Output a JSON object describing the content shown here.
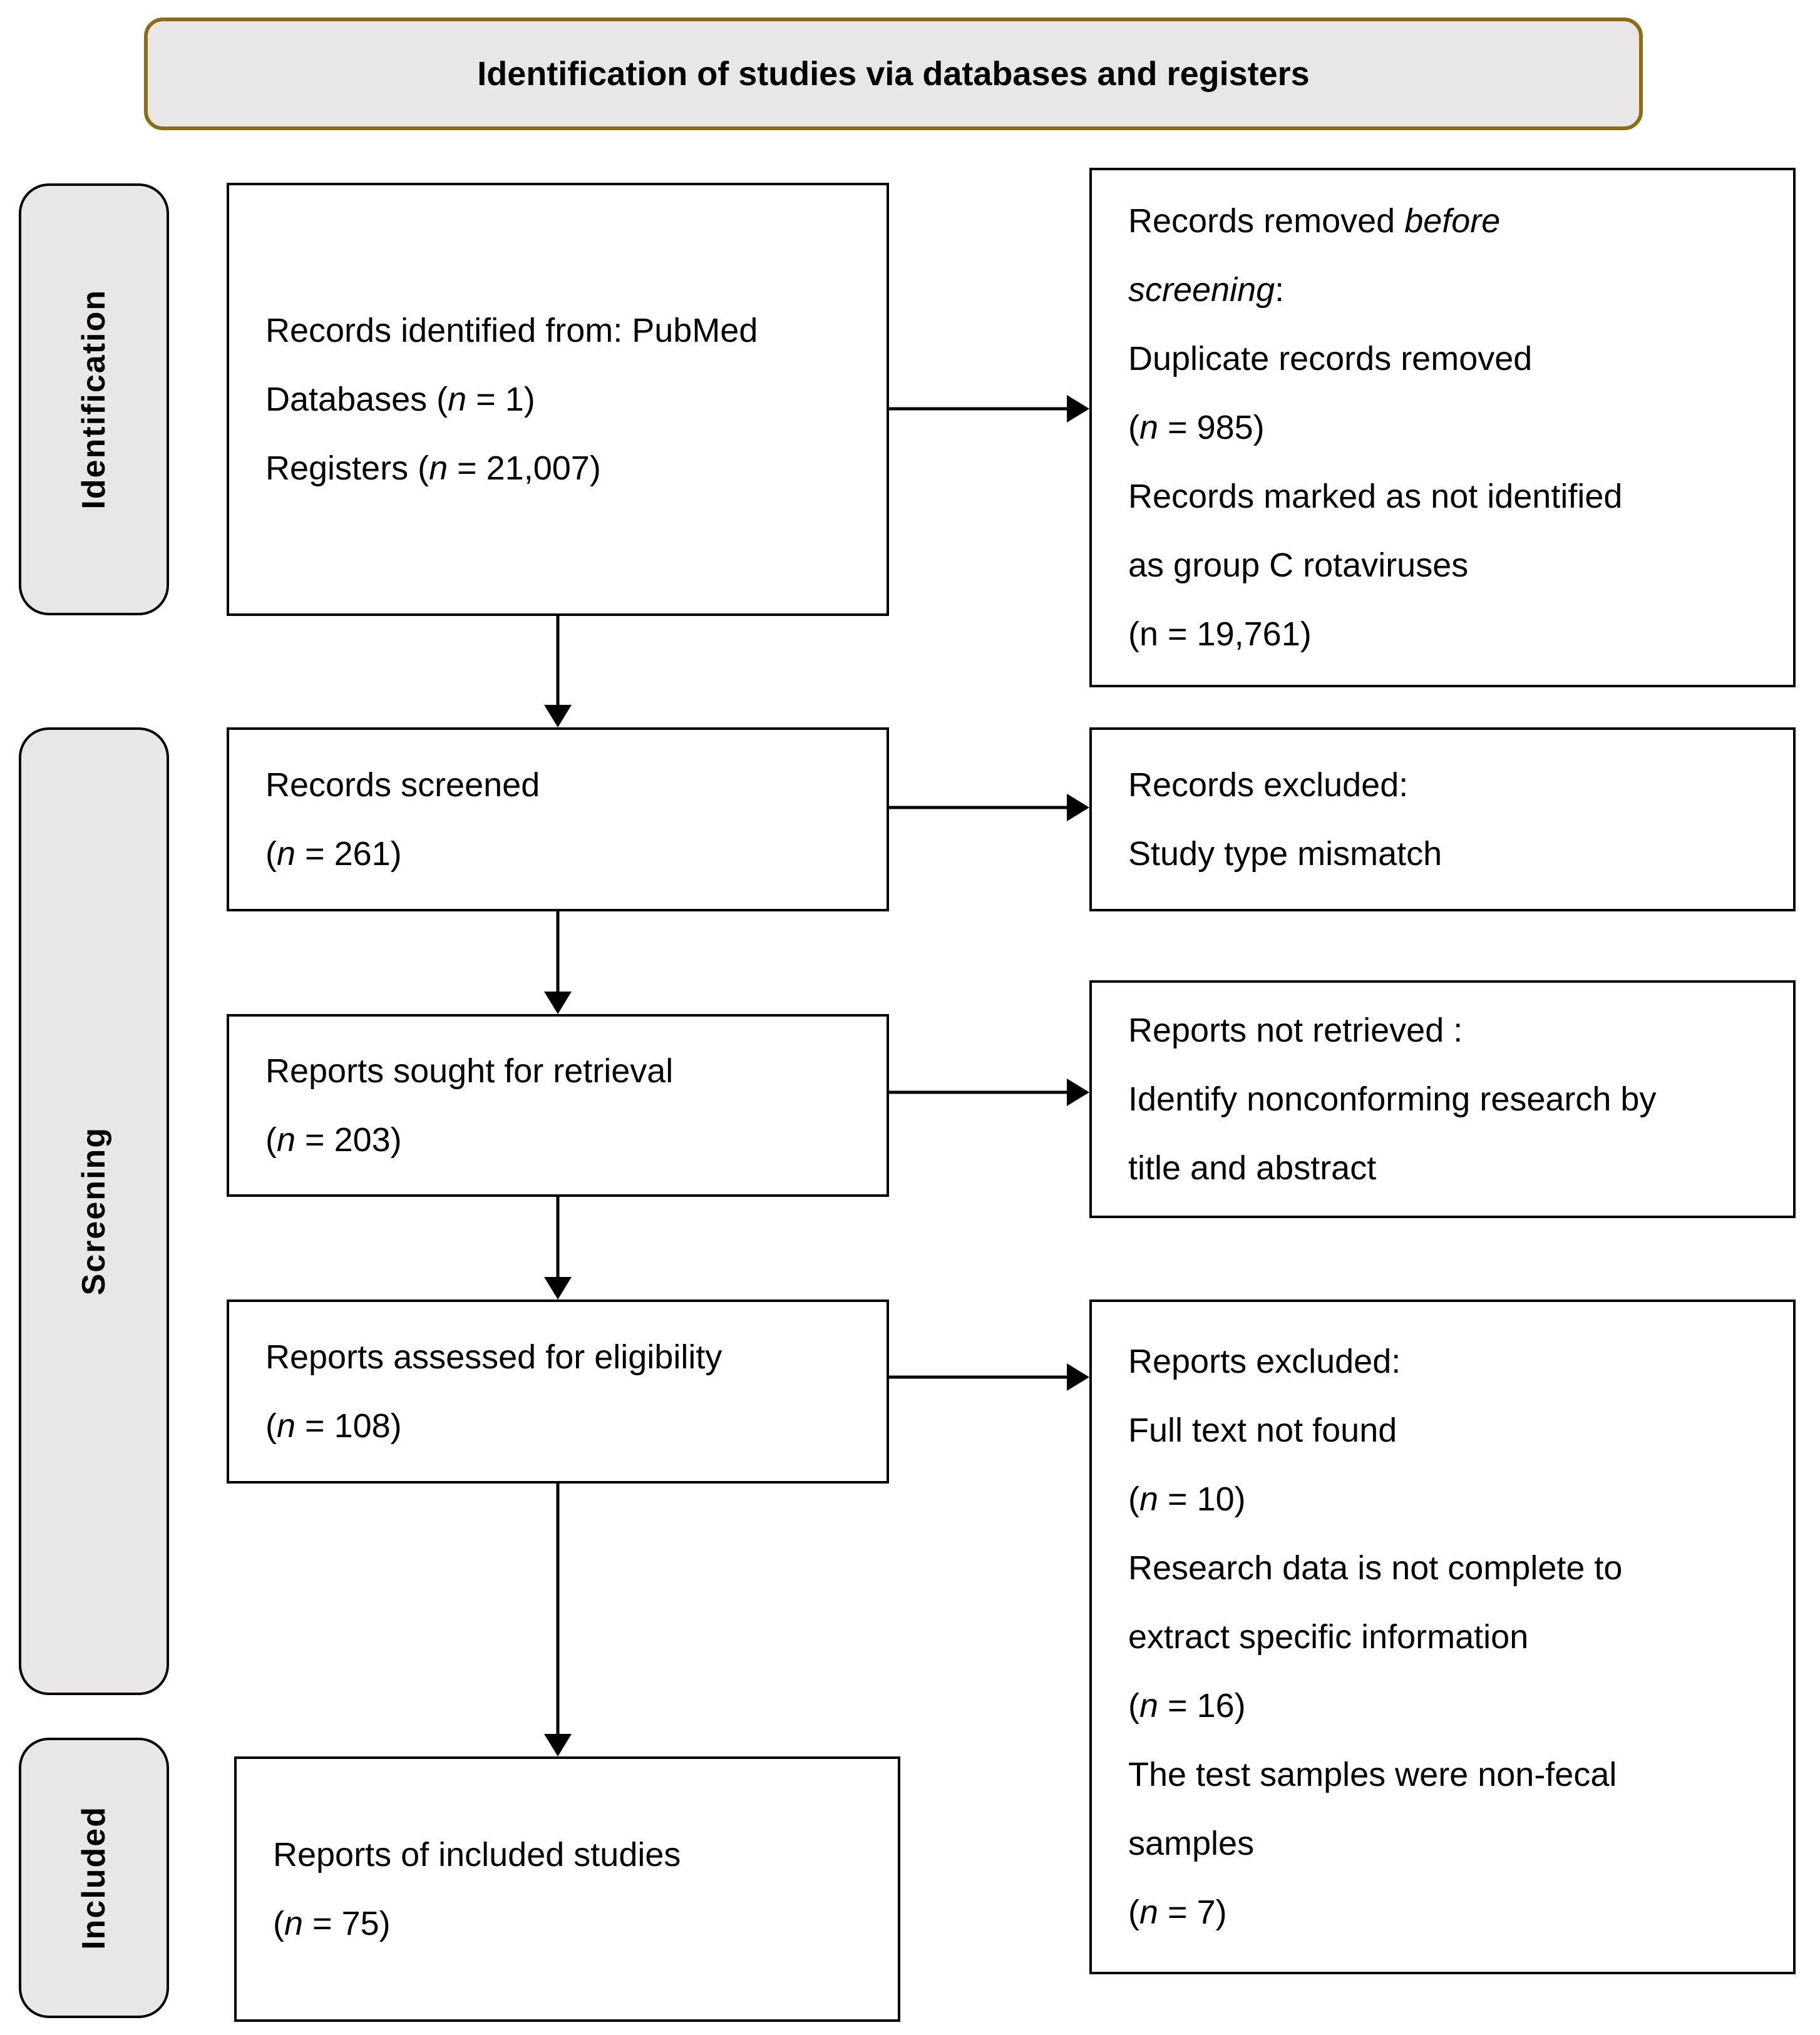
{
  "title": "Identification of studies via databases and registers",
  "colors": {
    "title_border": "#8a6d17",
    "panel_fill": "#e8e6e6",
    "box_border": "#000000",
    "arrow": "#000000"
  },
  "stages": [
    {
      "label": "Identification"
    },
    {
      "label": "Screening"
    },
    {
      "label": "Included"
    }
  ],
  "flow_boxes": {
    "identified": {
      "lines": [
        [
          {
            "t": "Records identified from: PubMed"
          }
        ],
        [
          {
            "t": "Databases ("
          },
          {
            "t": "n",
            "i": true
          },
          {
            "t": " = 1)"
          }
        ],
        [
          {
            "t": "Registers ("
          },
          {
            "t": "n",
            "i": true
          },
          {
            "t": " = 21,007)"
          }
        ]
      ]
    },
    "screened": {
      "lines": [
        [
          {
            "t": "Records screened"
          }
        ],
        [
          {
            "t": "("
          },
          {
            "t": "n",
            "i": true
          },
          {
            "t": " = 261)"
          }
        ]
      ]
    },
    "sought": {
      "lines": [
        [
          {
            "t": "Reports sought for retrieval"
          }
        ],
        [
          {
            "t": "("
          },
          {
            "t": "n",
            "i": true
          },
          {
            "t": " = 203)"
          }
        ]
      ]
    },
    "assessed": {
      "lines": [
        [
          {
            "t": "Reports assessed for eligibility"
          }
        ],
        [
          {
            "t": "("
          },
          {
            "t": "n",
            "i": true
          },
          {
            "t": " = 108)"
          }
        ]
      ]
    },
    "included": {
      "lines": [
        [
          {
            "t": "Reports of included studies"
          }
        ],
        [
          {
            "t": "("
          },
          {
            "t": "n",
            "i": true
          },
          {
            "t": " = 75)"
          }
        ]
      ]
    }
  },
  "side_boxes": {
    "removed": {
      "lines": [
        [
          {
            "t": "Records removed "
          },
          {
            "t": "before",
            "i": true
          }
        ],
        [
          {
            "t": "screening",
            "i": true
          },
          {
            "t": ":"
          }
        ],
        [
          {
            "t": "Duplicate records removed"
          }
        ],
        [
          {
            "t": "("
          },
          {
            "t": "n",
            "i": true
          },
          {
            "t": " = 985)"
          }
        ],
        [
          {
            "t": "Records marked as not identified"
          }
        ],
        [
          {
            "t": "as group C rotaviruses"
          }
        ],
        [
          {
            "t": "(n = 19,761)"
          }
        ]
      ]
    },
    "records_excluded": {
      "lines": [
        [
          {
            "t": "Records excluded:"
          }
        ],
        [
          {
            "t": "Study type mismatch"
          }
        ]
      ]
    },
    "not_retrieved": {
      "lines": [
        [
          {
            "t": "Reports not retrieved :"
          }
        ],
        [
          {
            "t": "Identify nonconforming research by"
          }
        ],
        [
          {
            "t": "title and abstract"
          }
        ]
      ]
    },
    "reports_excluded": {
      "lines": [
        [
          {
            "t": "Reports excluded:"
          }
        ],
        [
          {
            "t": "Full text not found"
          }
        ],
        [
          {
            "t": "("
          },
          {
            "t": "n",
            "i": true
          },
          {
            "t": " = 10)"
          }
        ],
        [
          {
            "t": "Research data is not complete to"
          }
        ],
        [
          {
            "t": "extract specific information"
          }
        ],
        [
          {
            "t": "("
          },
          {
            "t": "n",
            "i": true
          },
          {
            "t": " = 16)"
          }
        ],
        [
          {
            "t": "The test samples were non-fecal"
          }
        ],
        [
          {
            "t": "samples"
          }
        ],
        [
          {
            "t": "("
          },
          {
            "t": "n",
            "i": true
          },
          {
            "t": " = 7)"
          }
        ]
      ]
    }
  }
}
